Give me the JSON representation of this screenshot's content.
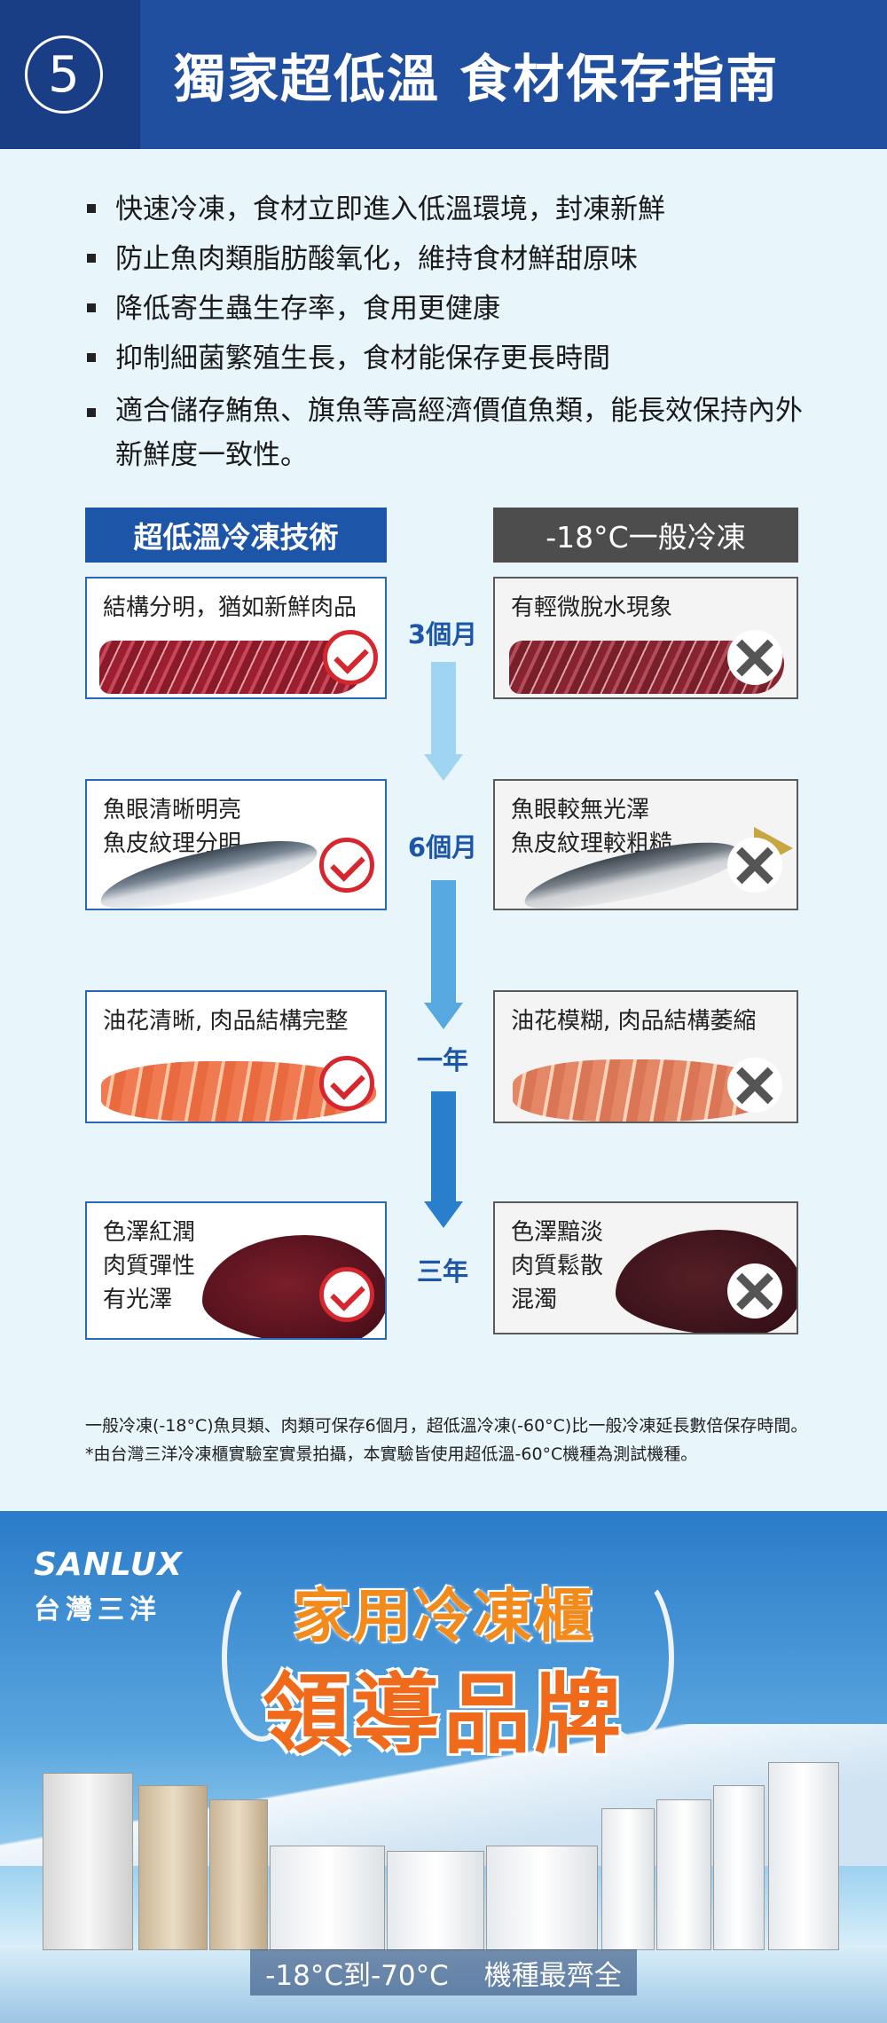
{
  "header": {
    "number": "5",
    "title": "獨家超低溫 食材保存指南"
  },
  "bullets": [
    "快速冷凍，食材立即進入低溫環境，封凍新鮮",
    "防止魚肉類脂肪酸氧化，維持食材鮮甜原味",
    "降低寄生蟲生存率，食用更健康",
    "抑制細菌繁殖生長，食材能保存更長時間",
    "適合儲存鮪魚、旗魚等高經濟價值魚類，能長效保持內外\n新鮮度一致性。"
  ],
  "columns": {
    "left_title": "超低溫冷凍技術",
    "right_title": "-18°C一般冷凍"
  },
  "rows": [
    {
      "period": "3個月",
      "left": "結構分明，猶如新鮮肉品",
      "right": "有輕微脫水現象",
      "food": "meat"
    },
    {
      "period": "6個月",
      "left": "魚眼清晰明亮\n魚皮紋理分明",
      "right": "魚眼較無光澤\n魚皮紋理較粗糙",
      "food": "fish"
    },
    {
      "period": "一年",
      "left": "油花清晰, 肉品結構完整",
      "right": "油花模糊, 肉品結構萎縮",
      "food": "salmon"
    },
    {
      "period": "三年",
      "left": "色澤紅潤\n肉質彈性\n有光澤",
      "right": "色澤黯淡\n肉質鬆散\n混濁",
      "food": "tuna"
    }
  ],
  "footnotes": [
    "一般冷凍(-18°C)魚貝類、肉類可保存6個月，超低溫冷凍(-60°C)比一般冷凍延長數倍保存時間。",
    "*由台灣三洋冷凍櫃實驗室實景拍攝，本實驗皆使用超低溫-60°C機種為測試機種。"
  ],
  "banner": {
    "brand_en": "SANLUX",
    "brand_zh": "台灣三洋",
    "slogan_line1": "家用冷凍櫃",
    "slogan_line2": "領導品牌",
    "range": "-18°C到-70°C",
    "tagline": "機種最齊全"
  },
  "colors": {
    "header_blue": "#1f4f9e",
    "accent_blue": "#1d56a8",
    "check_red": "#d6262e",
    "slogan_orange": "#ef6a1a"
  },
  "icons": [
    "check-circle-icon",
    "cross-circle-icon",
    "arrow-down-icon",
    "laurel-icon"
  ]
}
